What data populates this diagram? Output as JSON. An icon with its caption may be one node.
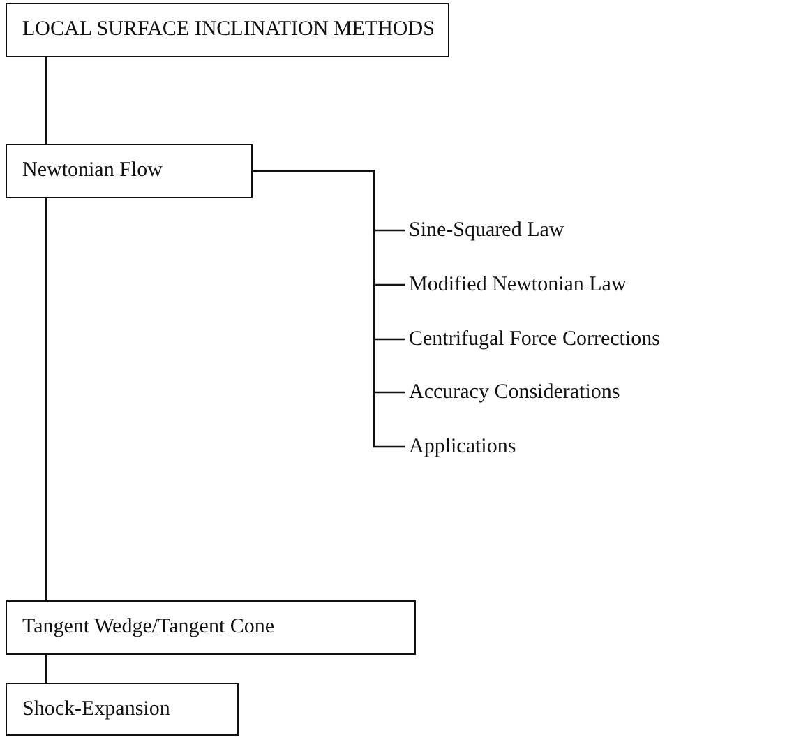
{
  "diagram": {
    "nodes": [
      {
        "text": [
          "LOCAL SURFACE INCLINATION METHODS"
        ]
      },
      {
        "text": [
          "Newtonian Flow"
        ]
      },
      {
        "text": [
          "Sine-Squared Law"
        ]
      },
      {
        "text": [
          "Modified Newtonian Law"
        ]
      },
      {
        "text": [
          "Centrifugal Force Corrections"
        ]
      },
      {
        "text": [
          "Accuracy Considerations"
        ]
      },
      {
        "text": [
          "Applications"
        ]
      },
      {
        "text": [
          "Tangent Wedge/Tangent Cone"
        ]
      },
      {
        "text": [
          "Shock-Expansion"
        ]
      }
    ],
    "edges": [
      {
        "from": 0,
        "to": 1,
        "arrow": "none"
      },
      {
        "from": 1,
        "to": 2,
        "arrow": "none"
      },
      {
        "from": 1,
        "to": 3,
        "arrow": "none"
      },
      {
        "from": 1,
        "to": 4,
        "arrow": "none"
      },
      {
        "from": 1,
        "to": 5,
        "arrow": "none"
      },
      {
        "from": 1,
        "to": 6,
        "arrow": "none"
      },
      {
        "from": 1,
        "to": 7,
        "arrow": "none"
      },
      {
        "from": 7,
        "to": 8,
        "arrow": "none"
      }
    ]
  }
}
